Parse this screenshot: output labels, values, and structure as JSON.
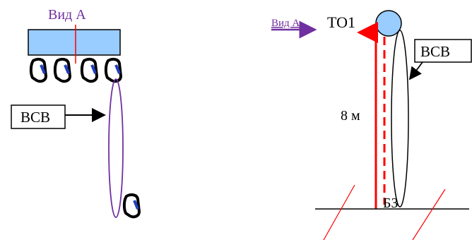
{
  "left_panel": {
    "view_label": "Вид А",
    "rope_label": "ВСВ"
  },
  "right_panel": {
    "view_label": "Вид А",
    "top_label": "ТО1",
    "rope_label": "ВСВ",
    "distance_label": "8 м",
    "bottom_label": "БЗ"
  },
  "colors": {
    "view_label": "#7030a0",
    "block_fill": "#99ccff",
    "center_line": "#ff0000",
    "carabiner": "#000000",
    "carabiner_gate": "#1f3fbf",
    "rope_left": "#7030a0",
    "rope_right": "#000000",
    "measure_arrow": "#ff0000",
    "ground_line": "#000000",
    "hatch": "#ff0000",
    "anchor_ball": "#99ccff"
  }
}
